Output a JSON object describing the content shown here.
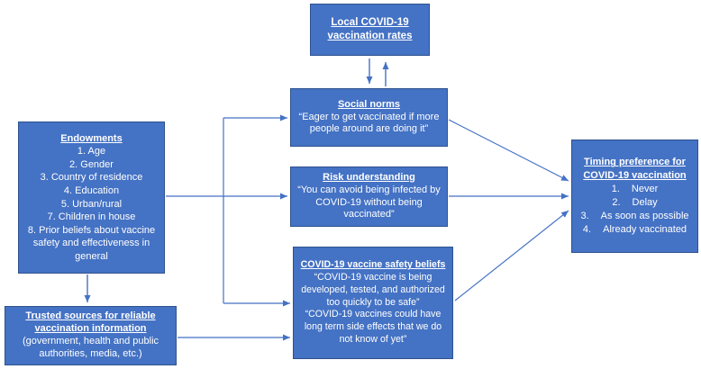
{
  "colors": {
    "box_fill": "#4472C4",
    "box_border": "#2F528F",
    "text": "#FFFFFF",
    "arrow": "#4472C4"
  },
  "boxes": {
    "local_rates": {
      "title": "Local COVID-19 vaccination rates"
    },
    "social_norms": {
      "title": "Social norms",
      "quote": "“Eager to get vaccinated if more people around are doing it”"
    },
    "risk_understanding": {
      "title": "Risk understanding",
      "quote": "“You can avoid being infected by COVID-19 without being vaccinated”"
    },
    "safety_beliefs": {
      "title": "COVID-19 vaccine safety beliefs",
      "quotes": [
        "“COVID-19 vaccine is being developed, tested, and authorized too quickly to be safe”",
        "“COVID-19 vaccines could have long term side effects that we do not know of yet”"
      ]
    },
    "endowments": {
      "title": "Endowments",
      "items": [
        "1. Age",
        "2. Gender",
        "3. Country of residence",
        "4. Education",
        "5. Urban/rural",
        "7. Children in house",
        "8. Prior beliefs about vaccine safety and effectiveness in general"
      ]
    },
    "trusted_sources": {
      "title": "Trusted sources for reliable vaccination information",
      "detail": "(government, health and public authorities, media, etc.)"
    },
    "timing_preference": {
      "title": "Timing preference for COVID-19 vaccination",
      "items": [
        {
          "num": "1.",
          "label": "Never"
        },
        {
          "num": "2.",
          "label": "Delay"
        },
        {
          "num": "3.",
          "label": "As soon as possible"
        },
        {
          "num": "4.",
          "label": "Already vaccinated"
        }
      ]
    }
  }
}
